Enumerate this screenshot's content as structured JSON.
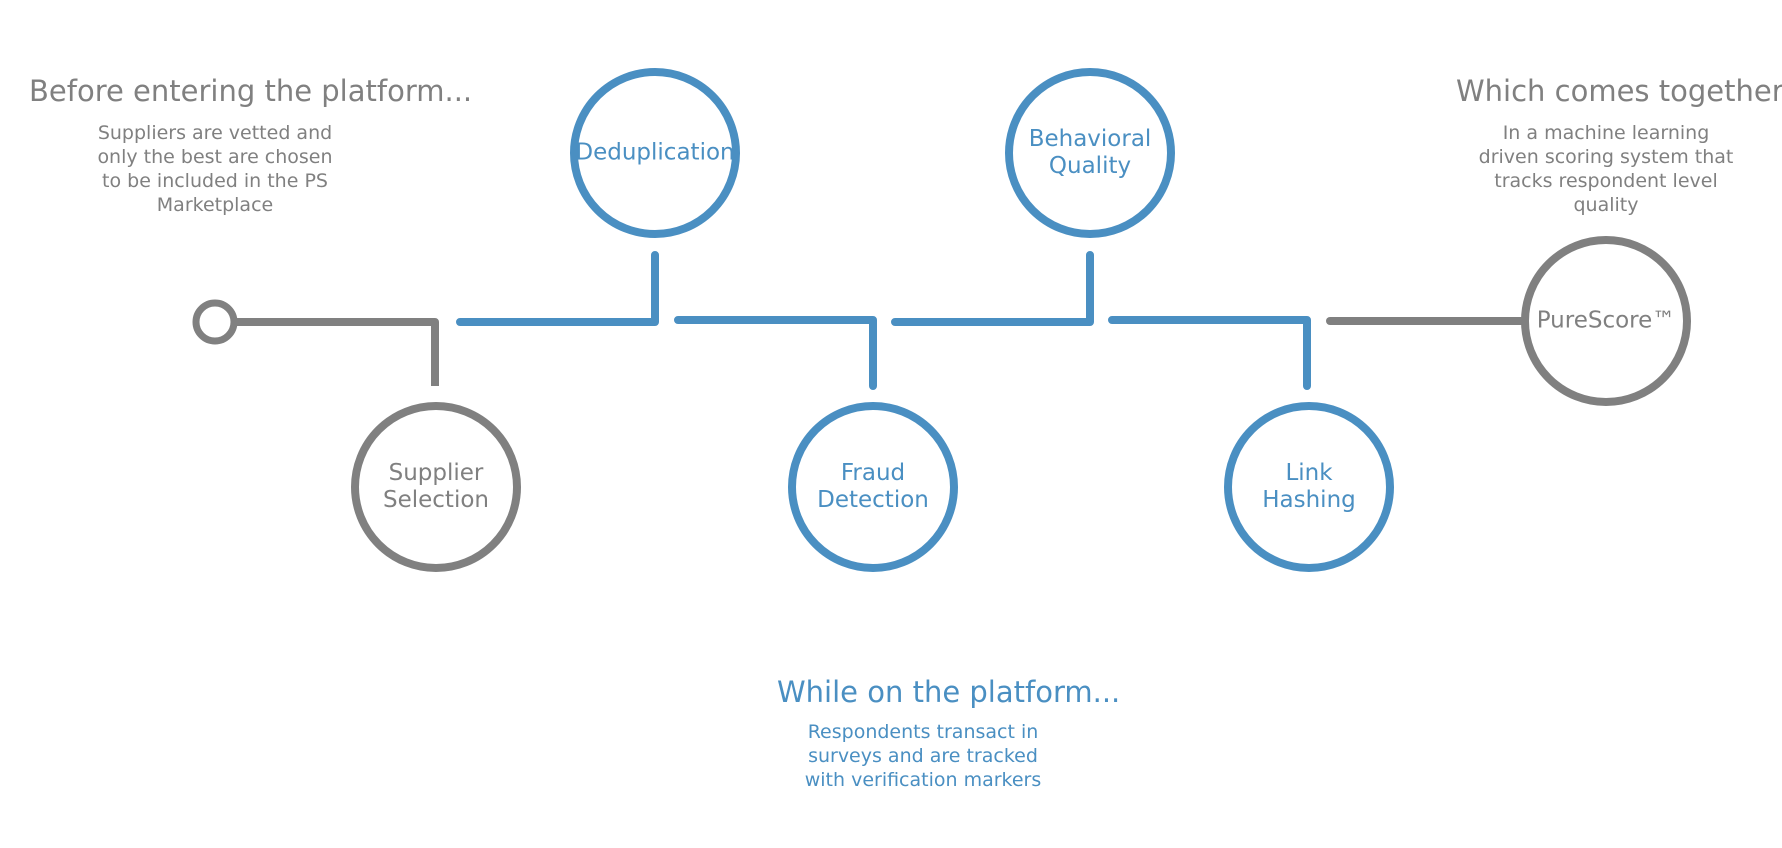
{
  "colors": {
    "gray": "#808080",
    "blue": "#4a8fc2"
  },
  "sections": {
    "before": {
      "heading": "Before entering the platform...",
      "description": "Suppliers are vetted and only the best are chosen to be included in the PS Marketplace"
    },
    "during": {
      "heading": "While on the platform...",
      "description": "Respondents transact in surveys and are tracked with verification markers"
    },
    "after": {
      "heading": "Which comes together...",
      "description": "In a machine learning driven scoring system that tracks respondent level quality"
    }
  },
  "nodes": [
    {
      "id": "supplier-selection",
      "label_line1": "Supplier",
      "label_line2": "Selection",
      "color": "#808080"
    },
    {
      "id": "deduplication",
      "label_line1": "Deduplication",
      "label_line2": "",
      "color": "#4a8fc2"
    },
    {
      "id": "fraud-detection",
      "label_line1": "Fraud",
      "label_line2": "Detection",
      "color": "#4a8fc2"
    },
    {
      "id": "behavioral-quality",
      "label_line1": "Behavioral",
      "label_line2": "Quality",
      "color": "#4a8fc2"
    },
    {
      "id": "link-hashing",
      "label_line1": "Link",
      "label_line2": "Hashing",
      "color": "#4a8fc2"
    },
    {
      "id": "purescore",
      "label_line1": "PureScore™",
      "label_line2": "",
      "color": "#808080"
    }
  ]
}
